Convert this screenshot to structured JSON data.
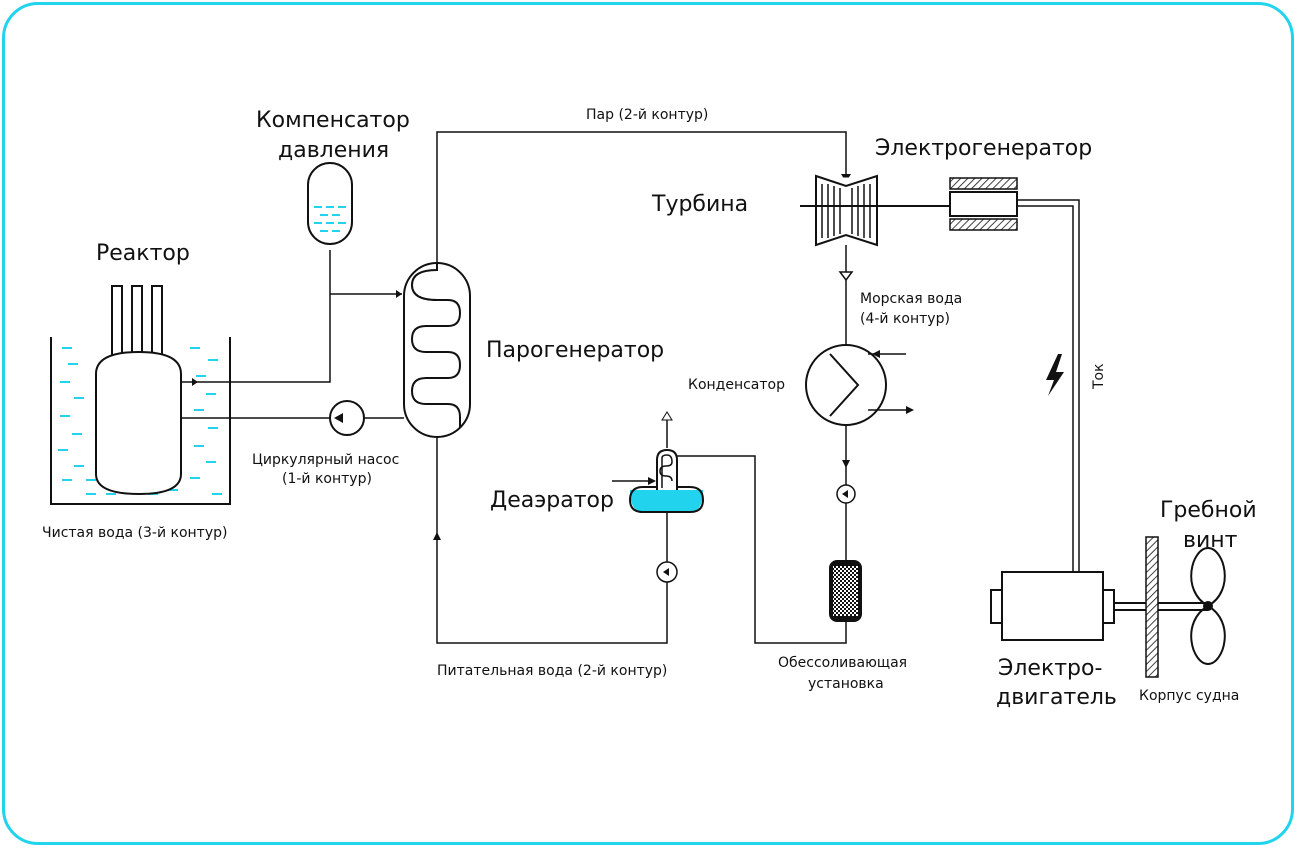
{
  "colors": {
    "accent": "#22d3ee",
    "line": "#111111",
    "background": "#ffffff"
  },
  "labels": {
    "reactor": "Реактор",
    "pressurizer_line1": "Компенсатор",
    "pressurizer_line2": "давления",
    "steam_loop": "Пар (2-й контур)",
    "turbine": "Турбина",
    "generator": "Электрогенератор",
    "steam_generator": "Парогенератор",
    "sea_water_line1": "Морская вода",
    "sea_water_line2": "(4-й контур)",
    "condenser": "Конденсатор",
    "current": "Ток",
    "circ_pump_line1": "Циркулярный насос",
    "circ_pump_line2": "(1-й контур)",
    "clean_water": "Чистая вода (3-й контур)",
    "deaerator": "Деаэратор",
    "propeller_line1": "Гребной",
    "propeller_line2": "винт",
    "feed_water": "Питательная вода (2-й контур)",
    "desalination_line1": "Обессоливающая",
    "desalination_line2": "установка",
    "motor_line1": "Электро-",
    "motor_line2": "двигатель",
    "hull": "Корпус судна"
  }
}
